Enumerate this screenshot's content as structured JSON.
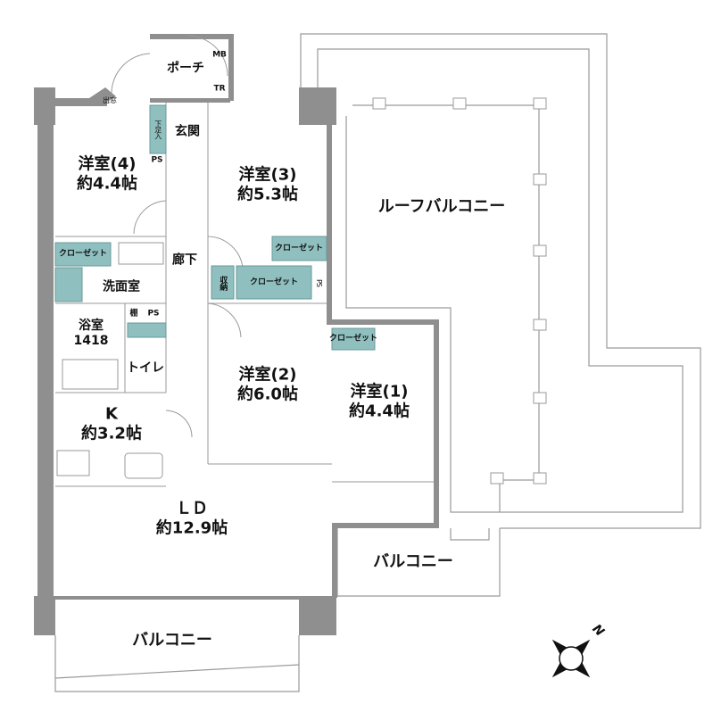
{
  "colors": {
    "wall": "#8f8f8f",
    "closet": "#8fbfbf",
    "line": "#9a9a9a"
  },
  "rooms": {
    "porch": "ポーチ",
    "mb": "MB",
    "tr": "TR",
    "bay_window": "出窓",
    "shoe_closet": "下足入",
    "entrance": "玄関",
    "ps": "PS",
    "room4": {
      "name": "洋室(4)",
      "size": "約4.4帖"
    },
    "room3": {
      "name": "洋室(3)",
      "size": "約5.3帖"
    },
    "room2": {
      "name": "洋室(2)",
      "size": "約6.0帖"
    },
    "room1": {
      "name": "洋室(1)",
      "size": "約4.4帖"
    },
    "roof_balcony": "ルーフバルコニー",
    "hallway": "廊下",
    "closet": "クローゼット",
    "storage": "収納",
    "washroom": "洗面室",
    "bath": {
      "name": "浴室",
      "size": "1418"
    },
    "shelf": "棚",
    "toilet": "トイレ",
    "kitchen": {
      "name": "K",
      "size": "約3.2帖"
    },
    "ld": {
      "name": "ＬＤ",
      "size": "約12.9帖"
    },
    "balcony_east": "バルコニー",
    "balcony_south": "バルコニー"
  },
  "compass": {
    "north_label": "N"
  }
}
